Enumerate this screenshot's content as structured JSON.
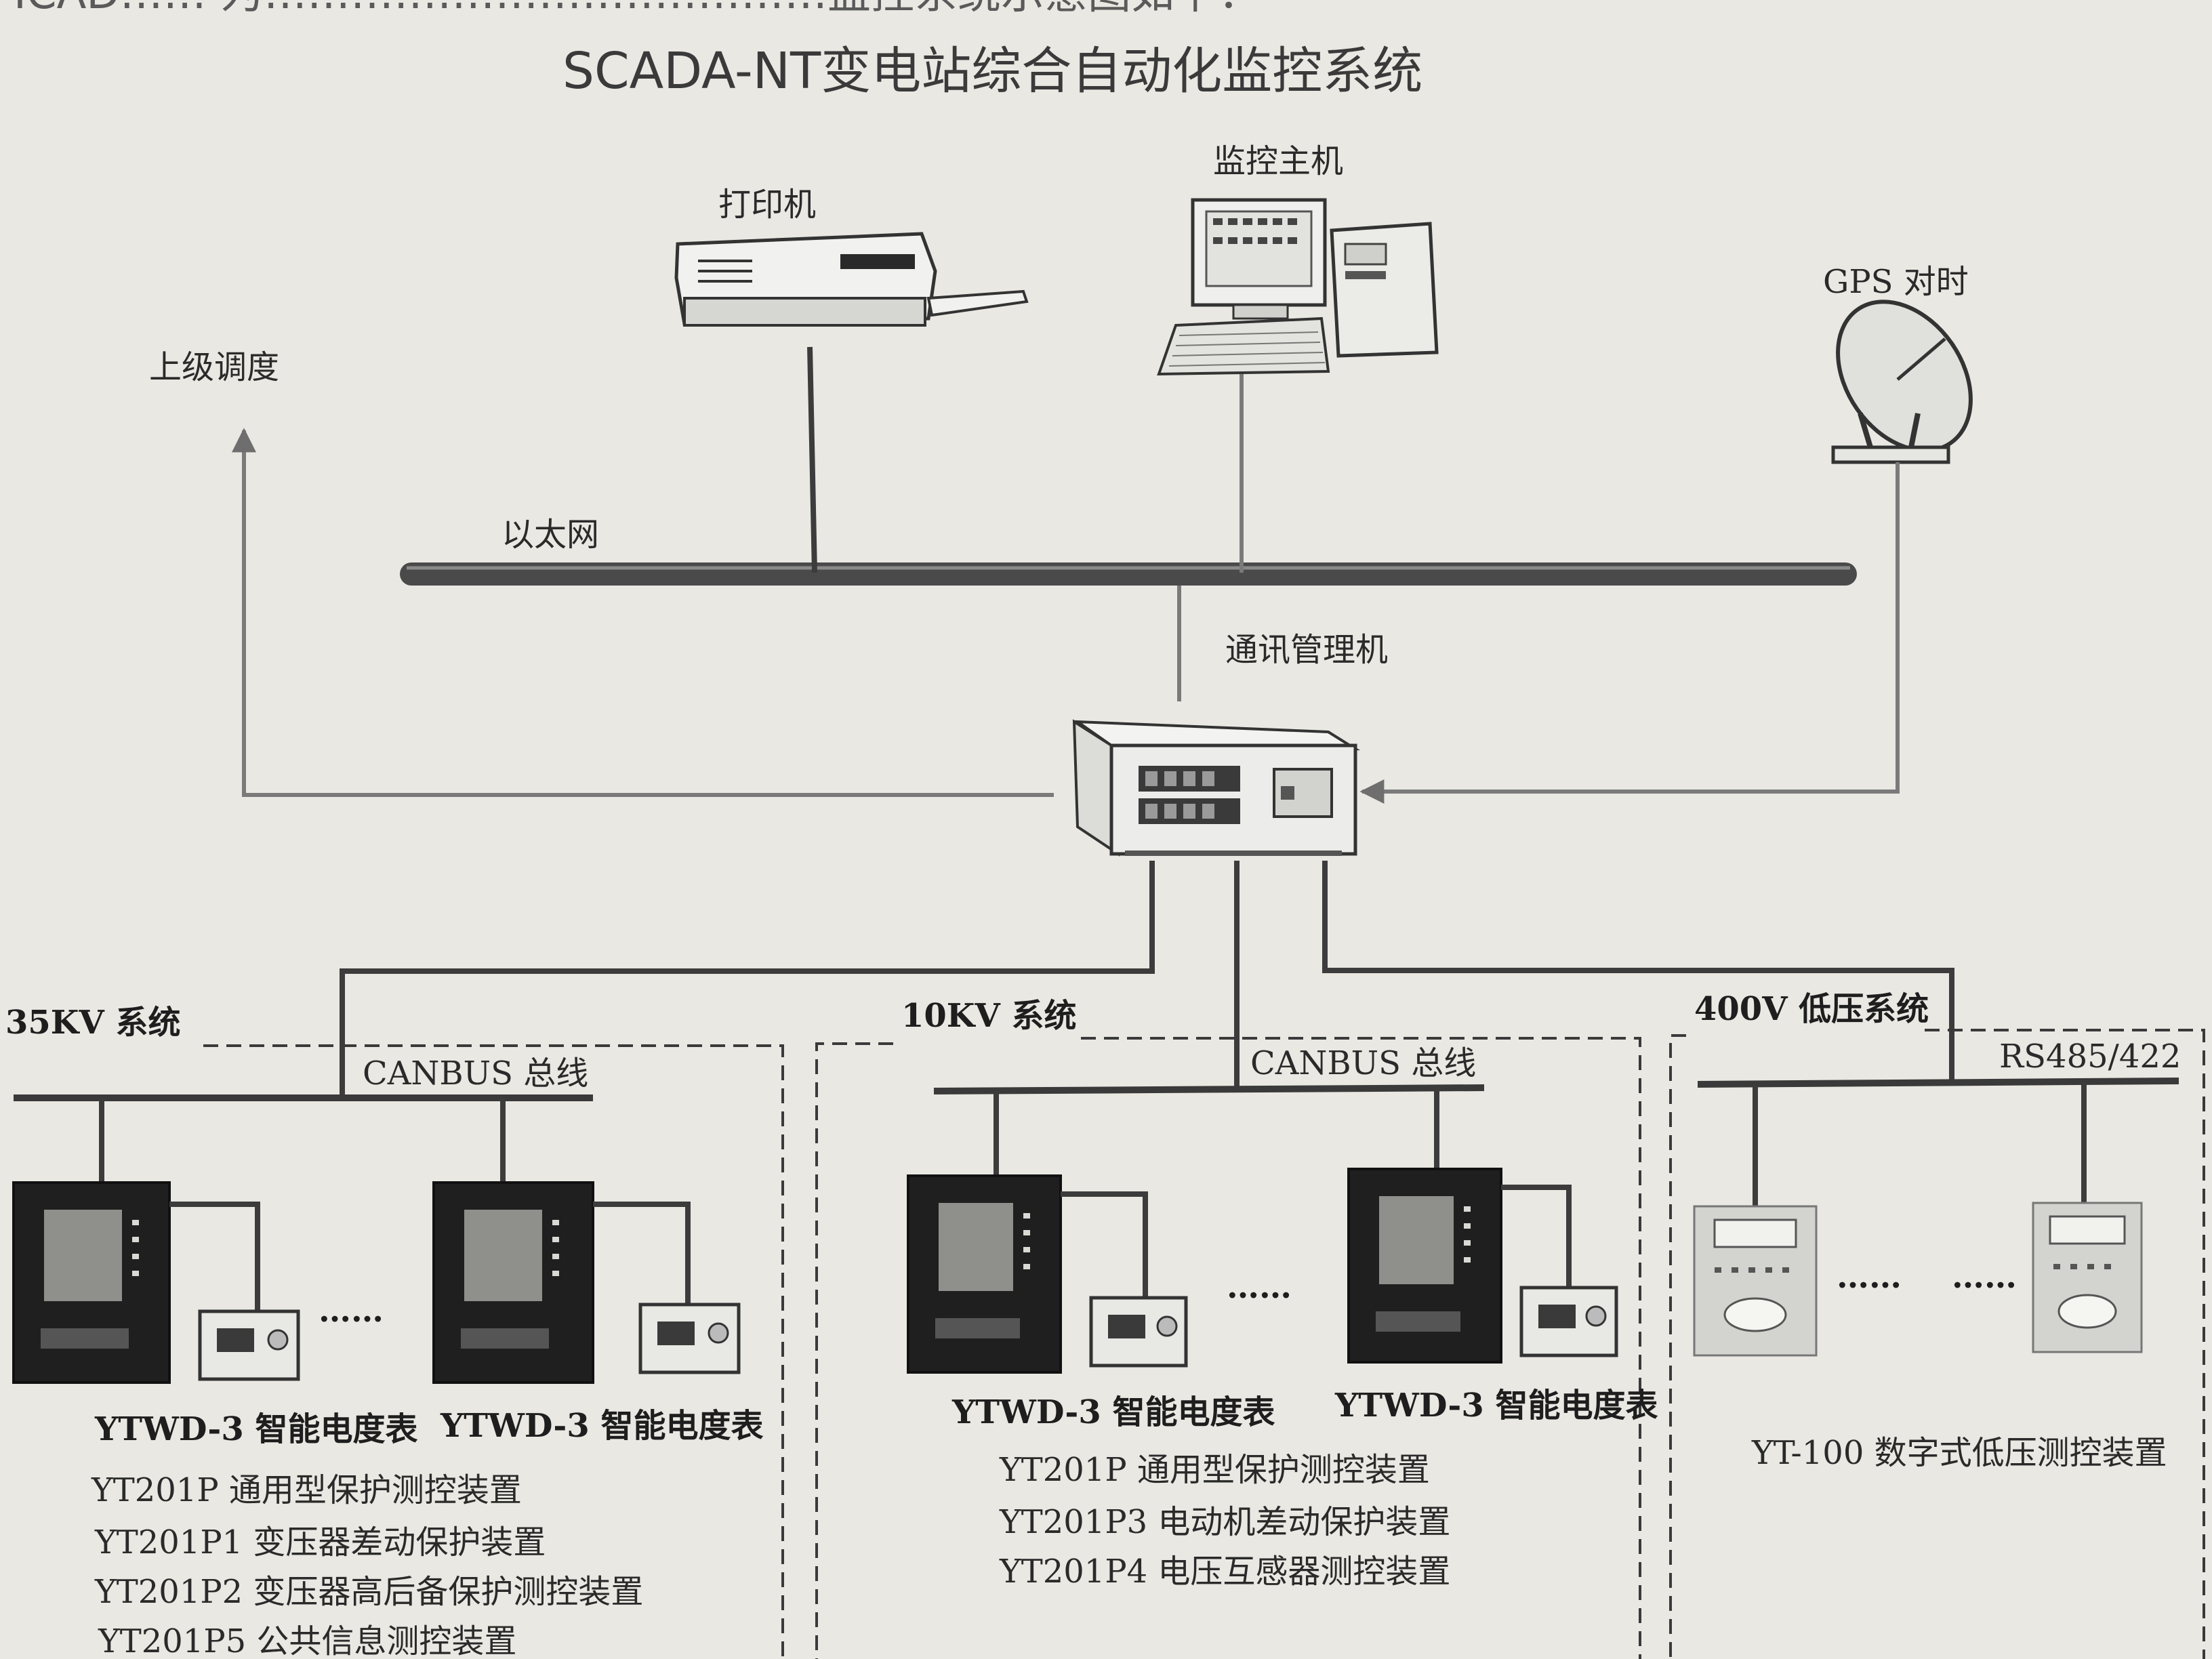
{
  "title_line": "SCADA-NT变电站综合自动化监控系统",
  "top_cut_text": "ICAD……  为…………………………………监控系统示意图如下：",
  "nodes": {
    "printer": "打印机",
    "host": "监控主机",
    "gps": "GPS 对时",
    "dispatch": "上级调度",
    "ethernet": "以太网",
    "comm_manager": "通讯管理机"
  },
  "sections": [
    {
      "title": "35KV 系统",
      "bus": "CANBUS 总线",
      "meters": [
        "YTWD-3 智能电度表",
        "YTWD-3 智能电度表"
      ],
      "ellipsis": "……",
      "devices": [
        "YT201P 通用型保护测控装置",
        "YT201P1 变压器差动保护装置",
        "YT201P2 变压器高后备保护测控装置",
        "YT201P5 公共信息测控装置"
      ]
    },
    {
      "title": "10KV 系统",
      "bus": "CANBUS 总线",
      "meters": [
        "YTWD-3 智能电度表",
        "YTWD-3 智能电度表"
      ],
      "ellipsis": "……",
      "devices": [
        "YT201P 通用型保护测控装置",
        "YT201P3 电动机差动保护装置",
        "YT201P4 电压互感器测控装置"
      ]
    },
    {
      "title": "400V 低压系统",
      "bus": "RS485/422",
      "ellipsis": [
        "……",
        "……"
      ],
      "devices": [
        "YT-100 数字式低压测控装置"
      ]
    }
  ],
  "colors": {
    "paper": "#e9e8e3",
    "line": "#3a3a3a",
    "device_dark": "#1f1f1f",
    "device_light": "#d8d8d4"
  }
}
